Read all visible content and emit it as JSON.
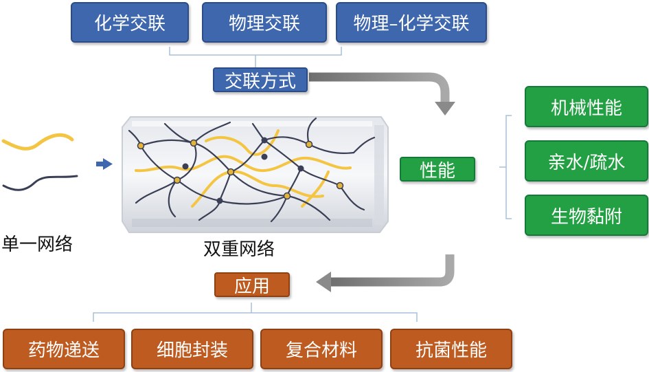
{
  "crosslink": {
    "top_boxes": [
      "化学交联",
      "物理交联",
      "物理–化学交联"
    ],
    "label": "交联方式"
  },
  "network": {
    "single_label": "单一网络",
    "double_label": "双重网络"
  },
  "properties": {
    "label": "性能",
    "items": [
      "机械性能",
      "亲水/疏水",
      "生物黏附"
    ]
  },
  "application": {
    "label": "应用",
    "items": [
      "药物递送",
      "细胞封装",
      "复合材料",
      "抗菌性能"
    ]
  },
  "colors": {
    "blue": "#3f67ad",
    "green": "#22a043",
    "orange": "#bd5b20",
    "yellow_chain": "#f4c542",
    "dark_chain": "#3a3f55",
    "arrow_gray": "#8a8a8a",
    "bracket": "#a8bfd8"
  }
}
